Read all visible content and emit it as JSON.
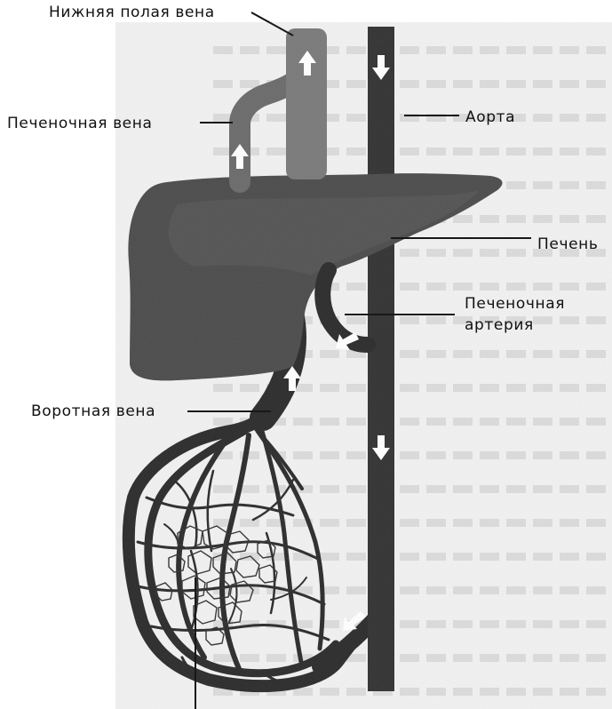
{
  "labels": {
    "inferior_vena_cava": "Нижняя полая вена",
    "hepatic_vein": "Печеночная вена",
    "aorta": "Аорта",
    "liver": "Печень",
    "hepatic_artery_line1": "Печеночная",
    "hepatic_artery_line2": "артерия",
    "portal_vein": "Воротная вена"
  },
  "colors": {
    "background": "#ffffff",
    "scan_paper": "#f1f1f1",
    "vessel": "#2c2c2c",
    "aorta": "#333333",
    "liver": "#4c4c4c",
    "arrow": "#ffffff",
    "leader_line": "#111111"
  },
  "icons": {
    "flow_arrow": "arrow-icon"
  }
}
